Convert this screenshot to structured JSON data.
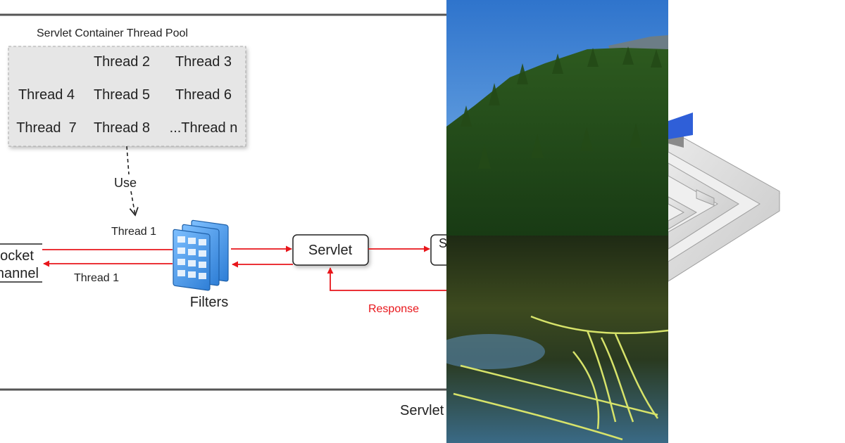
{
  "diagram": {
    "pool_title": "Servlet Container Thread Pool",
    "threads": [
      "Thread 2",
      "Thread 3",
      "Thread 4",
      "Thread 5",
      "Thread 6",
      "Thread  7",
      "Thread 8",
      "...Thread n"
    ],
    "use_label": "Use",
    "thread1_top": "Thread 1",
    "thread1_bottom": "Thread 1",
    "socket_line1": "Socket",
    "socket_line2": "Channel",
    "filters_label": "Filters",
    "servlet_label": "Servlet",
    "response_label": "Response",
    "footer_caption": "Servlet",
    "colors": {
      "arrow": "#e8161b",
      "pool_fill": "#e6e6e6",
      "frame": "#555555",
      "filter_blue": "#3b8fe0"
    }
  },
  "photo": {
    "colors": {
      "sky": "#3f86d6",
      "forest": "#1f4a19",
      "water": "#2e3a1a",
      "grass": "#c8d85a"
    }
  },
  "maze": {
    "colors": {
      "wall": "#bdbdbd",
      "accent": "#2f5fd8"
    }
  }
}
